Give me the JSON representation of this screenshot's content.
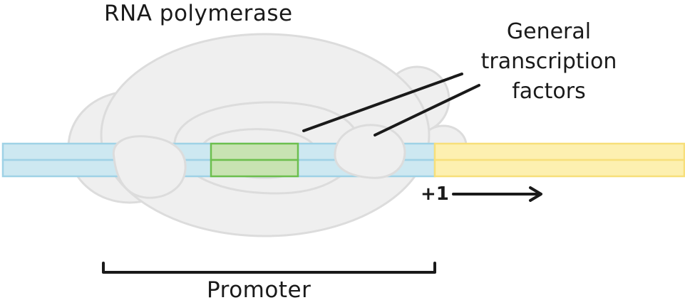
{
  "labels": {
    "rna_polymerase": "RNA polymerase",
    "general_transcription_factors": [
      "General",
      "transcription",
      "factors"
    ],
    "transcription_start": "+1",
    "promoter": "Promoter"
  },
  "colors": {
    "polymerase_fill": "#efefef",
    "polymerase_stroke": "#dcdcdc",
    "promoter_dna_fill": "#cde8f1",
    "promoter_dna_stroke": "#9fd2e6",
    "core_element_fill": "#c8e3b2",
    "core_element_stroke": "#6dbf4e",
    "transcribed_dna_fill": "#fdf0b0",
    "transcribed_dna_stroke": "#f7df7a",
    "ink": "#1a1a1a"
  },
  "icons": {
    "direction": "arrow-right-icon"
  }
}
